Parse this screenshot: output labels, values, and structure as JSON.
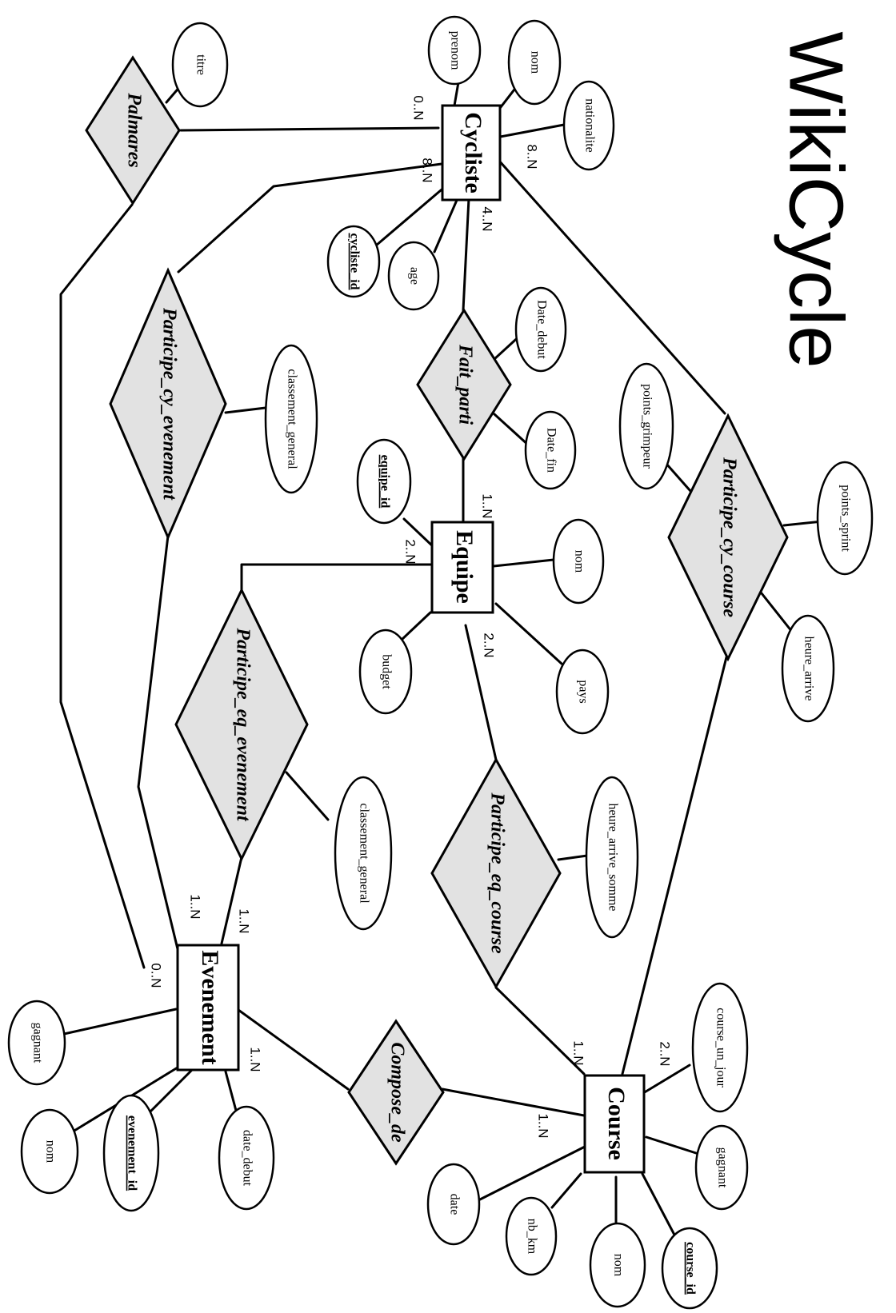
{
  "title": "WikiCycle",
  "entities": {
    "cycliste": "Cycliste",
    "equipe": "Equipe",
    "evenement": "Evenement",
    "course": "Course"
  },
  "relationships": {
    "palmares": "Palmares",
    "fait_parti": "Fait_parti",
    "participe_cy_evenement": "Participe_cy_evenement",
    "participe_cy_course": "Participe_cy_course",
    "participe_eq_evenement": "Participe_eq_evenement",
    "participe_eq_course": "Participe_eq_course",
    "compose_de": "Compose_de"
  },
  "attributes": {
    "cycliste_prenom": "prenom",
    "cycliste_nom": "nom",
    "cycliste_nationalite": "nationalite",
    "cycliste_id": "cycliste_id",
    "cycliste_age": "age",
    "palmares_titre": "titre",
    "fait_parti_date_debut": "Date_debut",
    "fait_parti_date_fin": "Date_fin",
    "cy_course_points_grimpeur": "points_grimpeur",
    "cy_course_points_sprint": "points_sprint",
    "cy_course_heure_arrive": "heure_arrive",
    "cy_evenement_classement_general": "classement_general",
    "equipe_id": "equipe_id",
    "equipe_nom": "nom",
    "equipe_budget": "budget",
    "equipe_pays": "pays",
    "eq_evenement_classement_general": "classement_general",
    "eq_course_heure_arrive_somme": "heure_arrive_somme",
    "evenement_gagnant": "gagnant",
    "evenement_nom": "nom",
    "evenement_id": "evenement_id",
    "evenement_date_debut": "date_debut",
    "course_un_jour": "course_un_jour",
    "course_gagnant": "gagnant",
    "course_id": "course_id",
    "course_nom": "nom",
    "course_nb_km": "nb_km",
    "course_date": "date"
  },
  "cardinalities": {
    "cycliste_palmares": "0..N",
    "cycliste_cy_evenement": "8..N",
    "cycliste_cy_course": "8..N",
    "cycliste_fait_parti": "4..N",
    "equipe_fait_parti": "1..N",
    "equipe_eq_evenement": "2..N",
    "equipe_eq_course": "2..N",
    "evenement_cy_evenement": "1..N",
    "evenement_eq_evenement": "1..N",
    "evenement_palmares": "0..N",
    "evenement_compose_de": "1..N",
    "course_eq_course": "1..N",
    "course_cy_course": "2..N",
    "course_compose_de": "1..N"
  }
}
